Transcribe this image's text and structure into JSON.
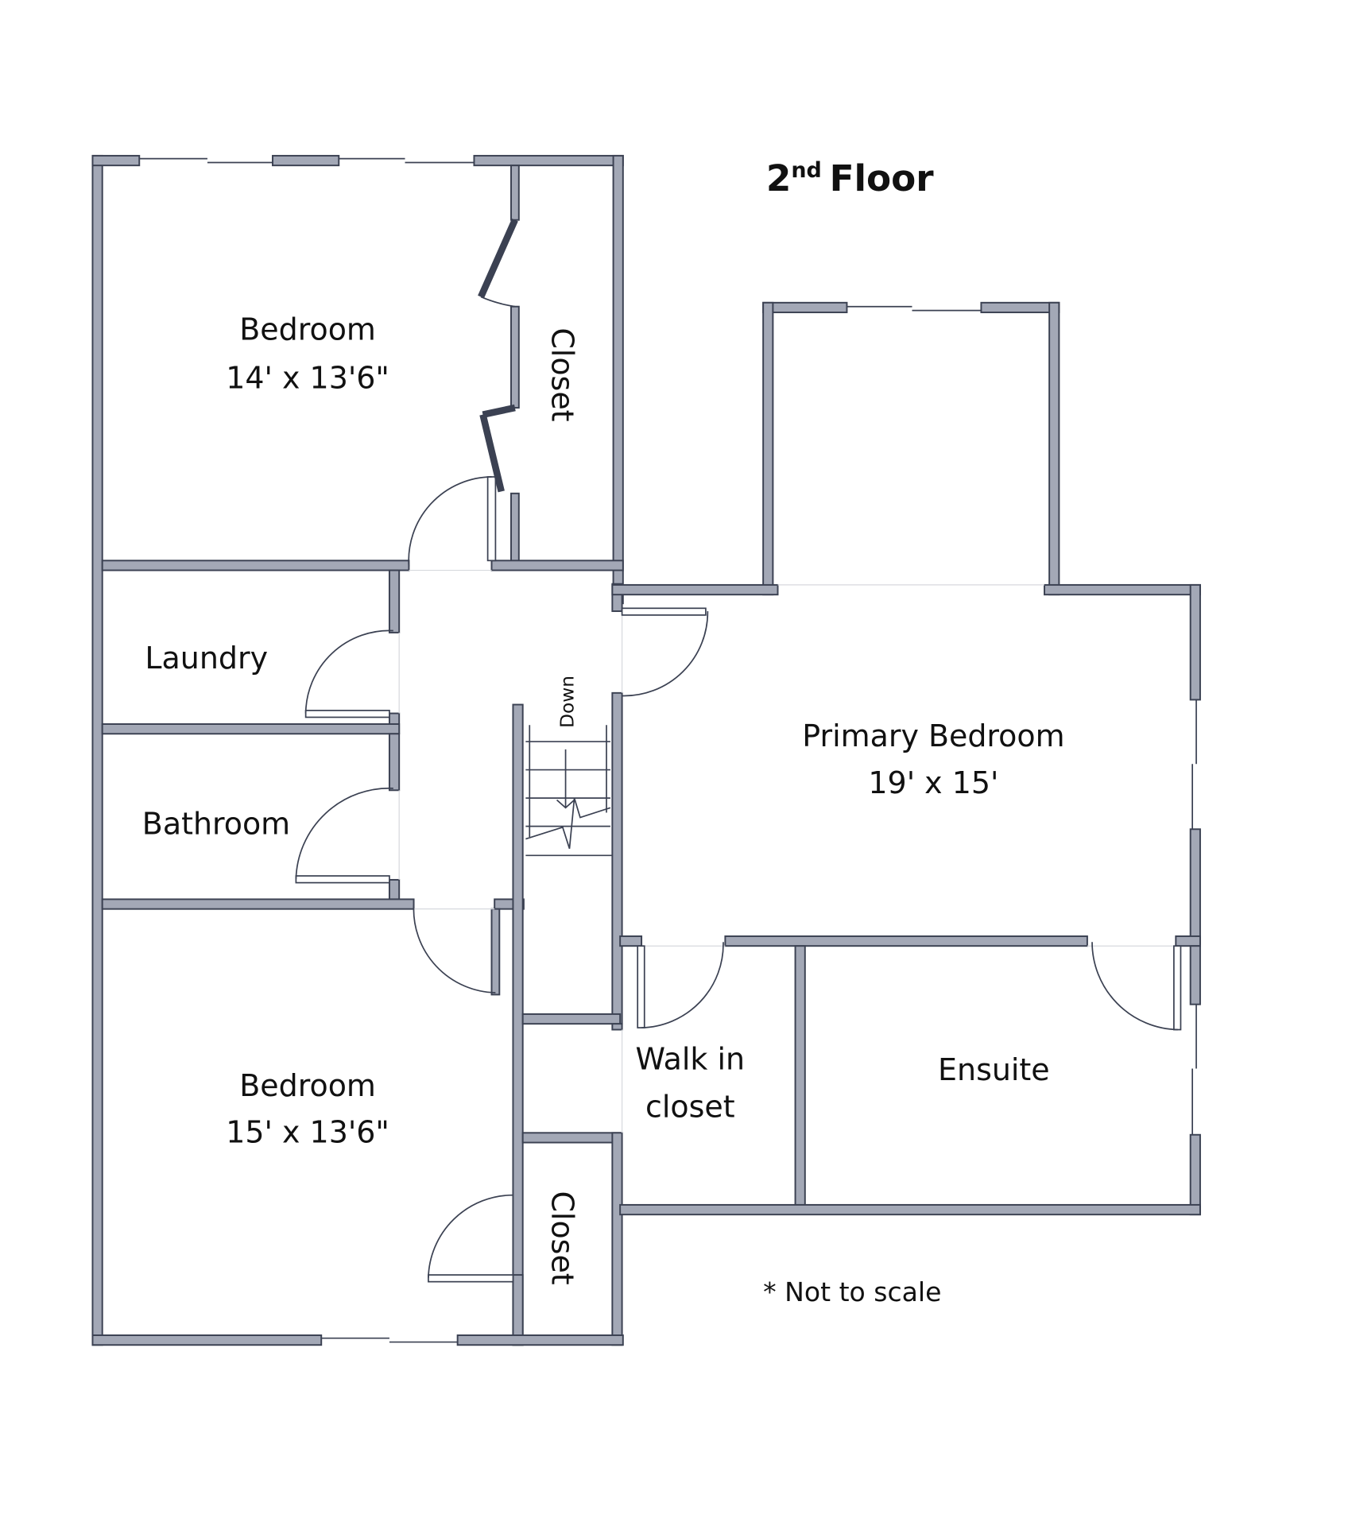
{
  "title": {
    "number": "2",
    "ordinal": "nd",
    "text": "Floor"
  },
  "rooms": [
    {
      "name": "Bedroom",
      "dimensions": "14' x 13'6\""
    },
    {
      "name": "Closet"
    },
    {
      "name": "Laundry"
    },
    {
      "name": "Bathroom"
    },
    {
      "name": "Bedroom",
      "dimensions": "15' x 13'6\""
    },
    {
      "name": "Closet"
    },
    {
      "name": "Primary Bedroom",
      "dimensions": "19' x 15'"
    },
    {
      "name": "Walk in",
      "name_line2": "closet"
    },
    {
      "name": "Ensuite"
    }
  ],
  "stairs": {
    "label": "Down"
  },
  "note": "* Not to scale",
  "colors": {
    "wall_fill": "#a3a8b6",
    "wall_outline": "#3b4152",
    "background": "#ffffff"
  }
}
